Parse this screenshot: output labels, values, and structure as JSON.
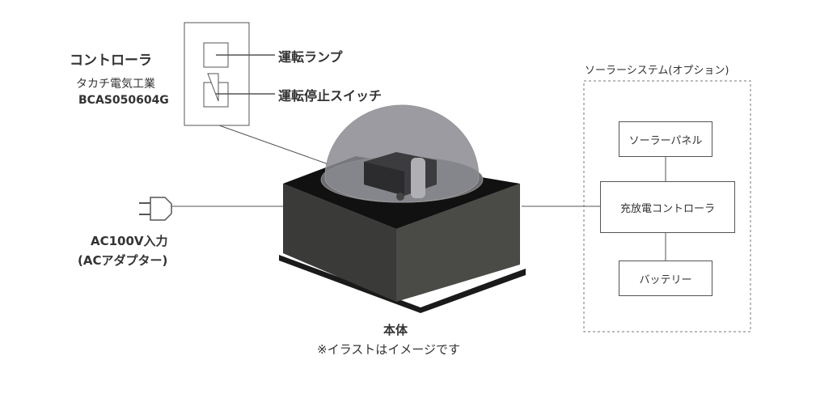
{
  "controller": {
    "title": "コントローラ",
    "maker": "タカチ電気工業",
    "model": "BCAS050604G"
  },
  "panel_labels": {
    "lamp": "運転ランプ",
    "switch": "運転停止スイッチ"
  },
  "power": {
    "line1": "AC100V入力",
    "line2": "(ACアダプター)"
  },
  "main_unit": {
    "label": "本体",
    "note": "※イラストはイメージです"
  },
  "solar": {
    "title": "ソーラーシステム(オプション)",
    "panel": "ソーラーパネル",
    "charger": "充放電コントローラ",
    "battery": "バッテリー"
  }
}
